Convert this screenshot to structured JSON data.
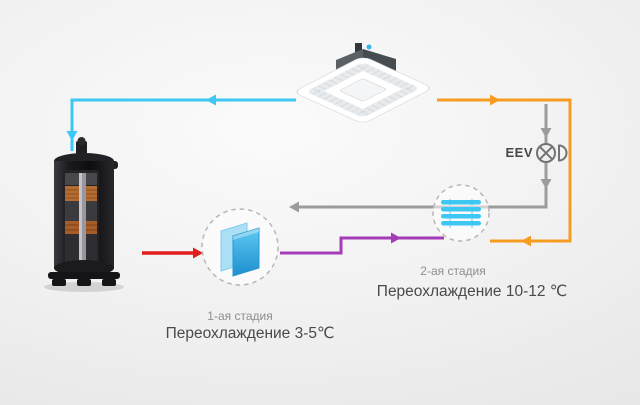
{
  "diagram": {
    "labels": {
      "eev": "EEV",
      "stage1_title": "1-ая стадия",
      "stage1_value": "Переохлаждение 3-5℃",
      "stage2_title": "2-ая стадия",
      "stage2_value": "Переохлаждение 10-12 ℃"
    },
    "colors": {
      "cyan": "#3fc7f3",
      "orange": "#f59c21",
      "gray": "#9c9c9c",
      "red": "#e01e1e",
      "purple": "#a43bb8"
    },
    "components": {
      "compressor": "compressor",
      "indoor_unit": "ceiling-cassette-indoor-unit",
      "eev": "electronic-expansion-valve",
      "stage1": "plate-heat-exchanger-stage-1",
      "stage2": "subcooler-heat-exchanger-stage-2"
    }
  }
}
